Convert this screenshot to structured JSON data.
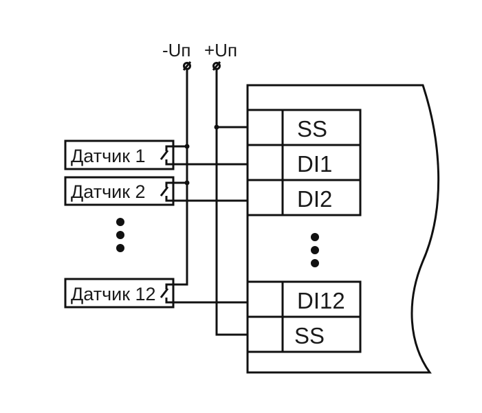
{
  "power": {
    "minus_label": "-Uп",
    "plus_label": "+Uп",
    "terminal_symbol": "ø"
  },
  "sensors": [
    {
      "label": "Датчик 1"
    },
    {
      "label": "Датчик 2"
    },
    {
      "label": "Датчик 12"
    }
  ],
  "sensor_ellipsis": "⋮",
  "module": {
    "terminals_top": [
      {
        "label": "SS"
      },
      {
        "label": "DI1"
      },
      {
        "label": "DI2"
      }
    ],
    "terminals_bottom": [
      {
        "label": "DI12"
      },
      {
        "label": "SS"
      }
    ]
  },
  "colors": {
    "line": "#111111",
    "background": "#ffffff"
  }
}
